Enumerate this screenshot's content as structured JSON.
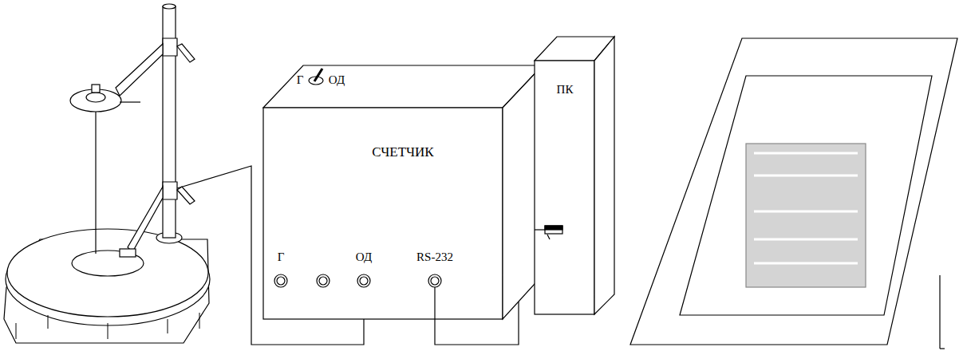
{
  "diagram": {
    "nodes": [
      {
        "text": [
          "Г",
          "ОД",
          "СЧЕТЧИК",
          "Г",
          "ОД",
          "RS-232"
        ]
      },
      {
        "text": [
          "ПК"
        ]
      }
    ],
    "edges": [
      {
        "from": 0,
        "to": 1,
        "arrow": "none"
      }
    ]
  }
}
